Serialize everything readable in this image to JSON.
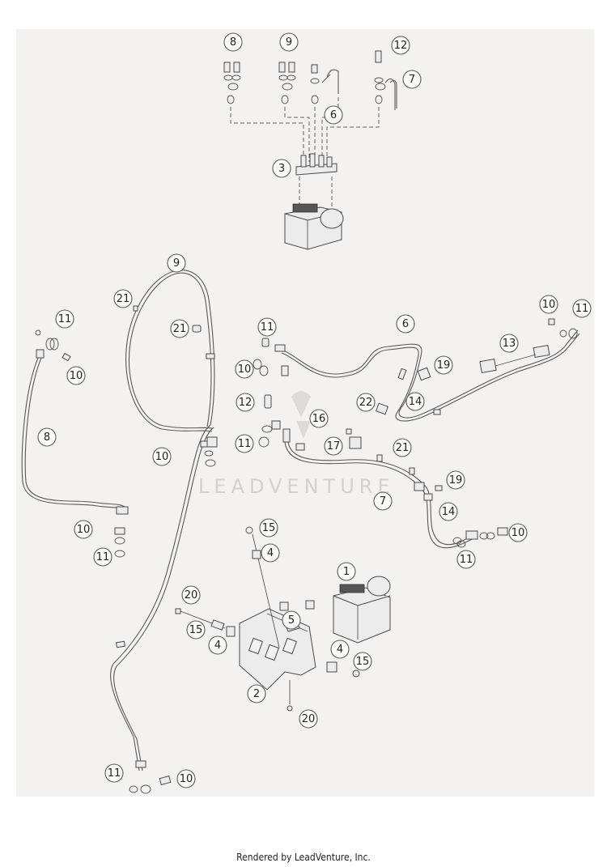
{
  "diagram": {
    "watermark": "LEADVENTURE",
    "footer": "Rendered by LeadVenture, Inc.",
    "callouts": [
      "8",
      "9",
      "12",
      "7",
      "6",
      "3",
      "9",
      "21",
      "21",
      "11",
      "10",
      "10",
      "11",
      "6",
      "10",
      "11",
      "13",
      "19",
      "14",
      "22",
      "12",
      "16",
      "17",
      "8",
      "11",
      "10",
      "21",
      "19",
      "7",
      "14",
      "10",
      "10",
      "11",
      "11",
      "15",
      "4",
      "1",
      "20",
      "5",
      "15",
      "4",
      "4",
      "15",
      "2",
      "20",
      "11",
      "10"
    ]
  }
}
